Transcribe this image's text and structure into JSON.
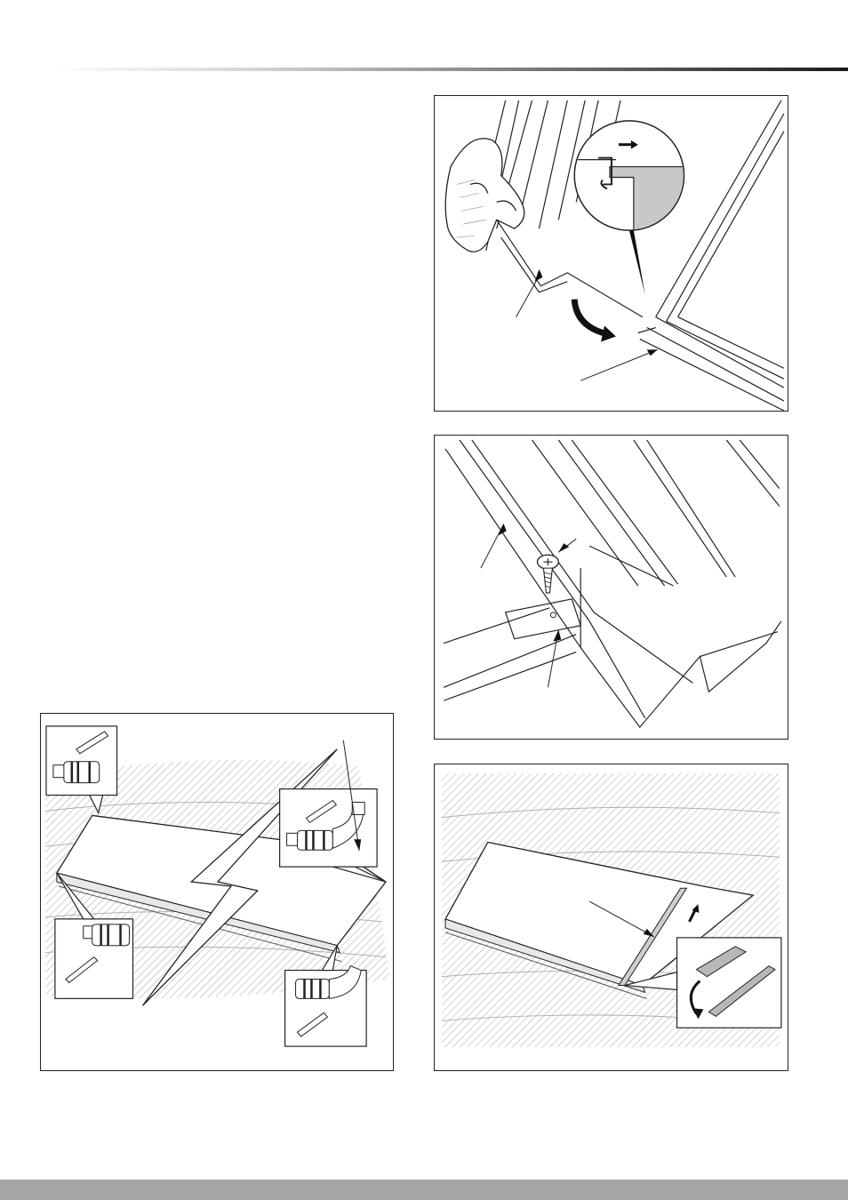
{
  "page": {
    "background": "#ffffff",
    "footer_color": "#a6a6a6",
    "header_rule_color": "#1a1a1a"
  },
  "figures": [
    {
      "id": "hook-in",
      "icon": "hand-hooking-panel-into-rail-with-zoom-detail"
    },
    {
      "id": "screw-fix",
      "icon": "screw-fixing-rail-to-bracket"
    },
    {
      "id": "connector-fitting",
      "icon": "collector-with-connectors-and-clips"
    },
    {
      "id": "strip-fitting",
      "icon": "collector-with-cover-strip-detail"
    }
  ]
}
